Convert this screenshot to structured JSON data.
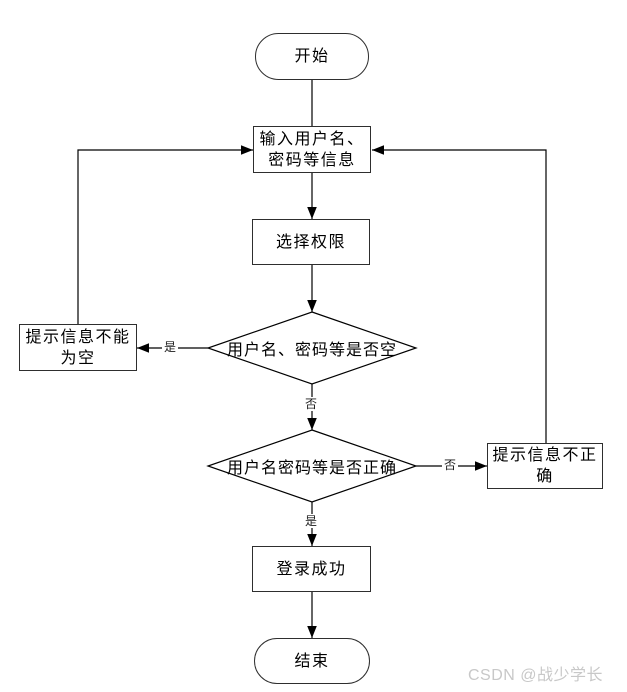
{
  "flowchart": {
    "nodes": {
      "start": {
        "label": "开始",
        "type": "terminator"
      },
      "input_info": {
        "label": "输入用户名、\n密码等信息",
        "type": "process"
      },
      "select_permission": {
        "label": "选择权限",
        "type": "process"
      },
      "check_empty": {
        "label": "用户名、密码等是否空",
        "type": "decision"
      },
      "prompt_empty": {
        "label": "提示信息不能\n为空",
        "type": "process"
      },
      "check_correct": {
        "label": "用户名密码等是否正确",
        "type": "decision"
      },
      "prompt_incorrect": {
        "label": "提示信息不正\n确",
        "type": "process"
      },
      "login_success": {
        "label": "登录成功",
        "type": "process"
      },
      "end": {
        "label": "结束",
        "type": "terminator"
      }
    },
    "edge_labels": {
      "empty_yes": "是",
      "empty_no": "否",
      "correct_no": "否",
      "correct_yes": "是"
    }
  },
  "watermark": {
    "text": "CSDN @战少学长"
  },
  "colors": {
    "background": "#ffffff",
    "line": "#000000",
    "shape_border": "#2e2e2e",
    "text": "#000000",
    "watermark": "#c8c8c8"
  }
}
